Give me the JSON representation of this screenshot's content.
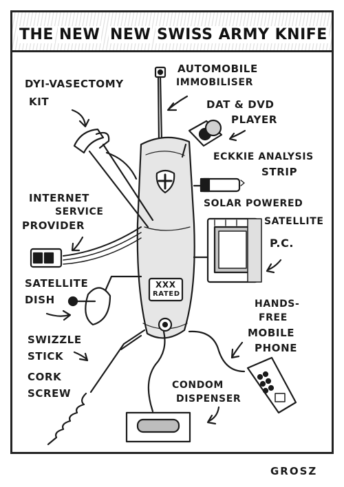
{
  "title": {
    "the": "THE",
    "new1": "NEW",
    "new2": "NEW",
    "rest": "SWISS ARMY KNIFE"
  },
  "labels": {
    "vasectomy_line1": "DYI-VASECTOMY",
    "vasectomy_line2": "KIT",
    "immobiliser_line1": "AUTOMOBILE",
    "immobiliser_line2": "IMMOBILISER",
    "dat_line1": "DAT & DVD",
    "dat_line2": "PLAYER",
    "eckkie_line1": "ECKKIE ANALYSIS",
    "eckkie_line2": "STRIP",
    "isp_line1": "INTERNET",
    "isp_line2": "SERVICE",
    "isp_line3": "PROVIDER",
    "solar_line1": "SOLAR POWERED",
    "solar_line2": "SATELLITE",
    "solar_line3": "P.C.",
    "dish_line1": "SATELLITE",
    "dish_line2": "DISH",
    "phone_line1": "HANDS-",
    "phone_line2": "FREE",
    "phone_line3": "MOBILE",
    "phone_line4": "PHONE",
    "swizzle_line1": "SWIZZLE",
    "swizzle_line2": "STICK",
    "cork_line1": "CORK",
    "cork_line2": "SCREW",
    "condom_line1": "CONDOM",
    "condom_line2": "DISPENSER"
  },
  "knife": {
    "badge_line1": "XXX",
    "badge_line2": "RATED"
  },
  "signature": "GROSZ"
}
